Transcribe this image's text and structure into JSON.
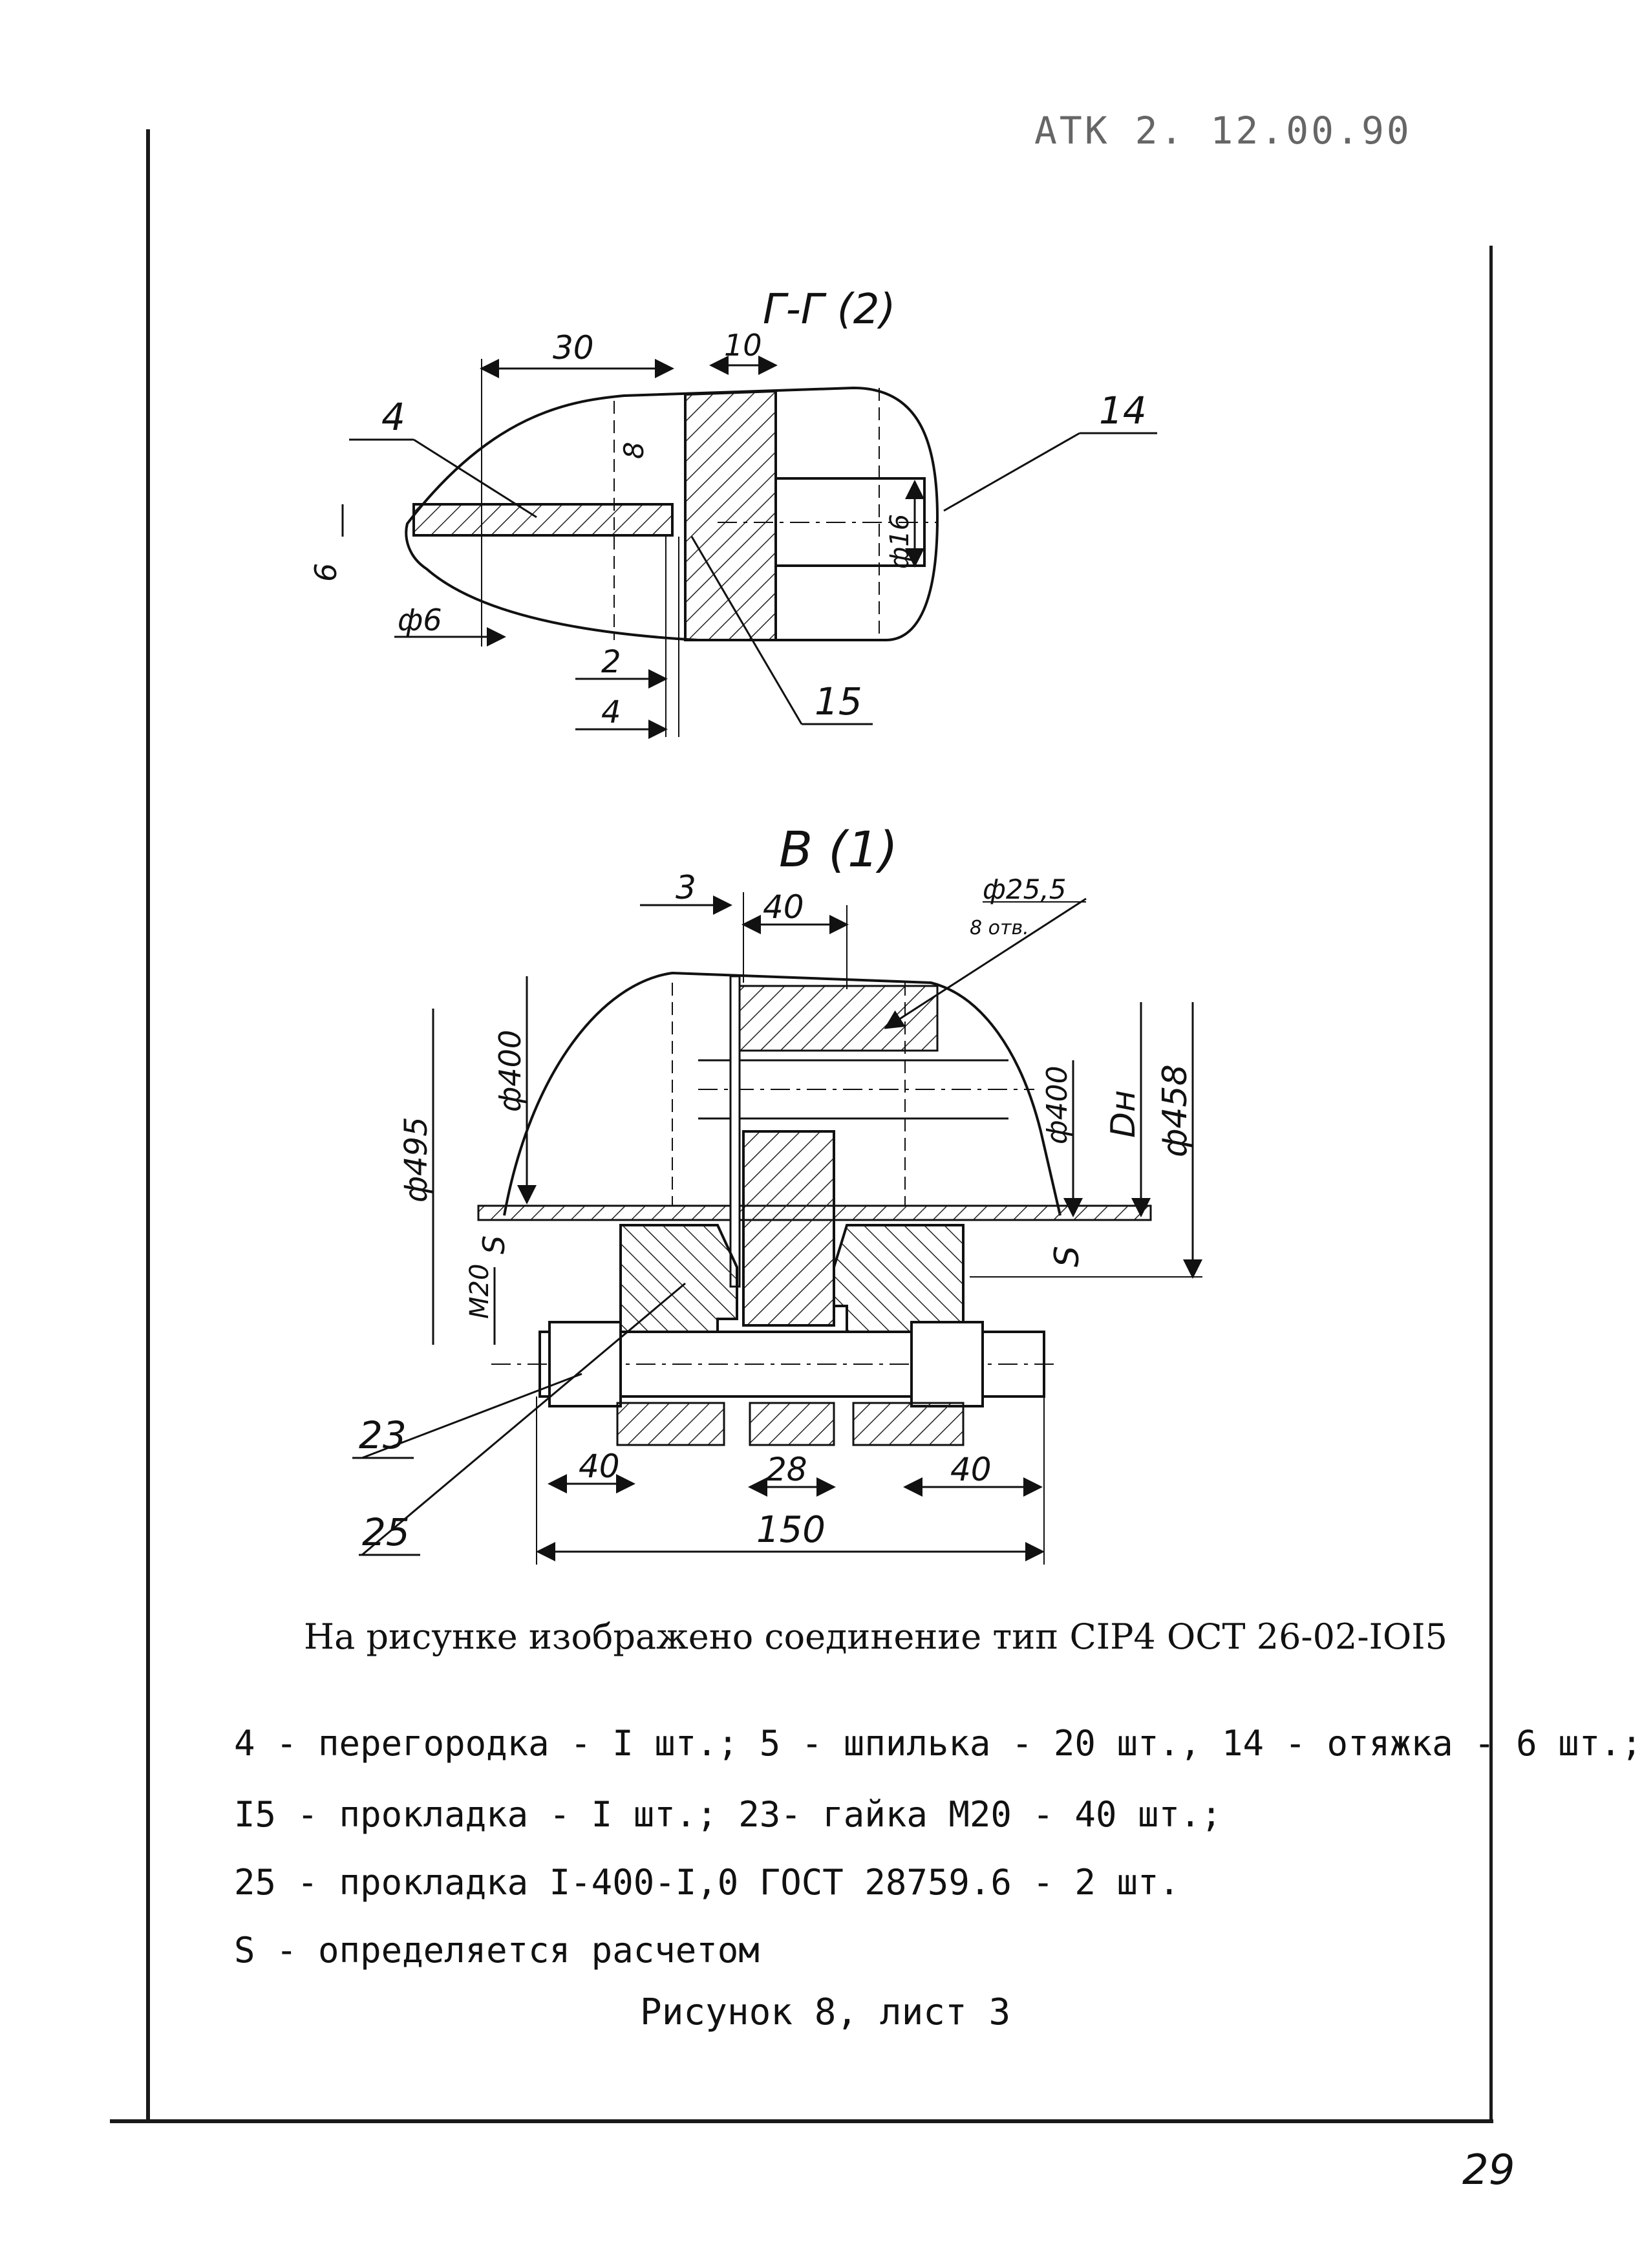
{
  "header": {
    "doc_code": "АТК 2. 12.00.90"
  },
  "section_gg": {
    "title": "Г-Г (2)",
    "dims": {
      "d30": "30",
      "d10": "10",
      "d8": "8",
      "d6": "6",
      "phi6": "ф6",
      "phi16": "ф16",
      "d2": "2",
      "d4": "4"
    },
    "callouts": {
      "c4": "4",
      "c14": "14",
      "c15": "15"
    }
  },
  "view_b": {
    "title": "В (1)",
    "dims": {
      "d3": "3",
      "d40top": "40",
      "hole": "ф25,5",
      "hole_count": "8 отв.",
      "phi400_left": "ф400",
      "phi495": "ф495",
      "s_left": "S",
      "m20": "M20",
      "phi400_right": "ф400",
      "dn": "Dн",
      "phi458": "ф458",
      "s_right": "S",
      "d40_left": "40",
      "d28": "28",
      "d40_right": "40",
      "d150": "150"
    },
    "callouts": {
      "c23": "23",
      "c25": "25"
    }
  },
  "caption": "На рисунке изображено соединение тип СIР4 ОСТ 26-02-IOI5",
  "legend": [
    "4 - перегородка - I шт.; 5 - шпилька - 20 шт., 14 - отяжка - 6 шт.;",
    "I5 - прокладка - I шт.;  23- гайка M20 - 40 шт.;",
    "25 - прокладка I-400-I,0 ГОСТ 28759.6 - 2 шт.",
    "S - определяется расчетом"
  ],
  "figure_label": "Рисунок 8, лист 3",
  "page_number": "29"
}
